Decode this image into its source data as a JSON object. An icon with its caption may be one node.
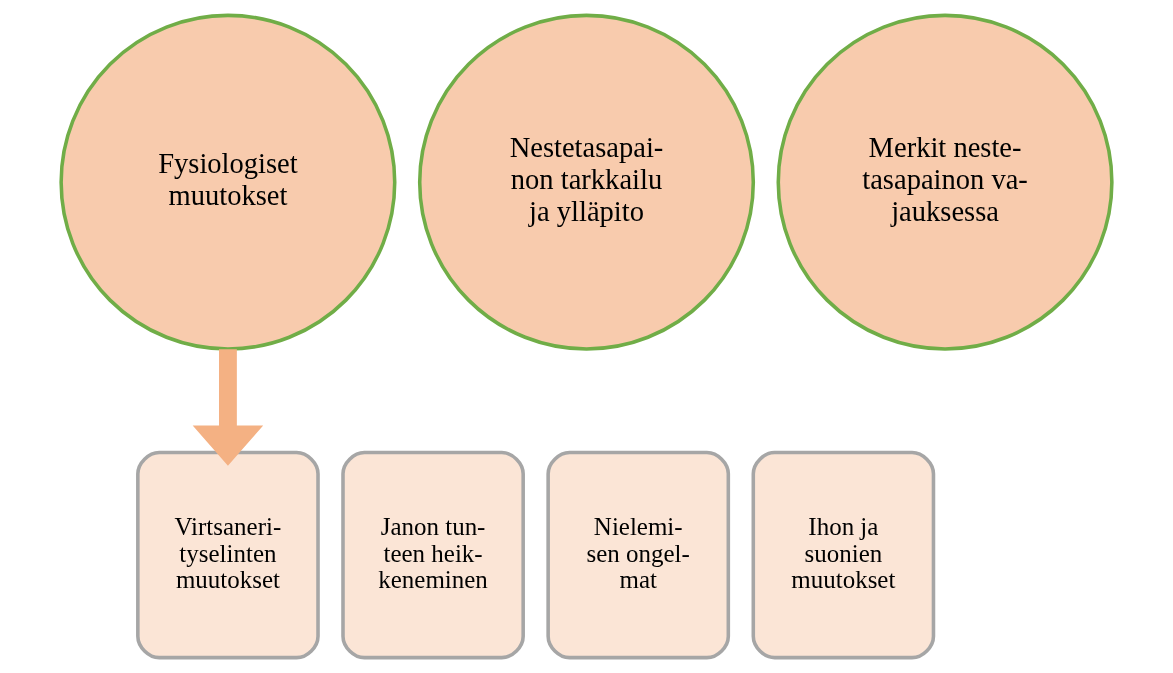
{
  "diagram": {
    "nodes": [
      {
        "text": [
          "Fysiologiset muutokset"
        ]
      },
      {
        "text": [
          "Nestetasapai- non tarkkailu ja ylläpito"
        ]
      },
      {
        "text": [
          "Merkit neste- tasapainon va- jauksessa"
        ]
      },
      {
        "text": [
          "Virtsaneri- tyselinten muutokset"
        ]
      },
      {
        "text": [
          "Janon tun- teen heik- keneminen"
        ]
      },
      {
        "text": [
          "Nielemi- sen ongel- mat"
        ]
      },
      {
        "text": [
          "Ihon ja suonien muutokset"
        ]
      }
    ],
    "edges": [
      {
        "from": 0,
        "to": 3,
        "arrow": "to"
      }
    ]
  }
}
